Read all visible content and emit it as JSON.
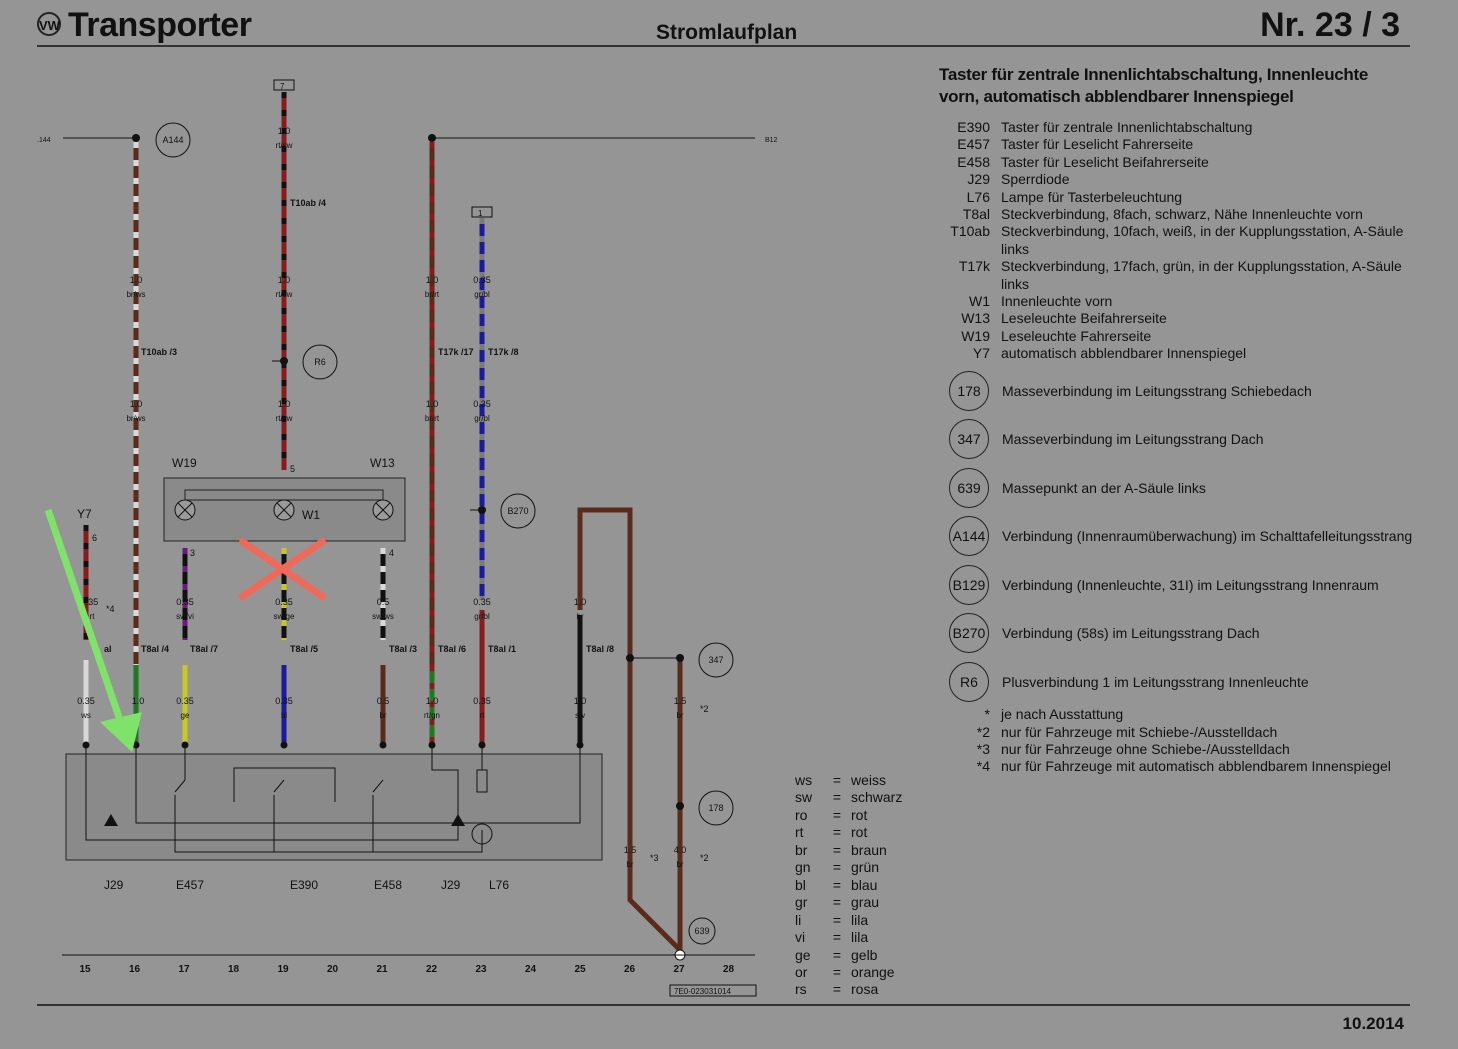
{
  "header": {
    "title": "Transporter",
    "logo": "VW",
    "subtitle": "Stromlaufplan",
    "page_number": "Nr.  23 /  3",
    "date": "10.2014"
  },
  "legend_title": "Taster für zentrale Innenlichtabschaltung, Innenleuchte vorn, automatisch abblendbarer Innenspiegel",
  "components": [
    {
      "code": "E390",
      "text": "Taster für zentrale Innenlichtabschaltung"
    },
    {
      "code": "E457",
      "text": "Taster für Leselicht Fahrerseite"
    },
    {
      "code": "E458",
      "text": "Taster für Leselicht Beifahrerseite"
    },
    {
      "code": "J29",
      "text": "Sperrdiode"
    },
    {
      "code": "L76",
      "text": "Lampe für Tasterbeleuchtung"
    },
    {
      "code": "T8al",
      "text": "Steckverbindung, 8fach, schwarz, Nähe Innenleuchte vorn"
    },
    {
      "code": "T10ab",
      "text": "Steckverbindung, 10fach, weiß, in der Kupplungsstation, A-Säule links"
    },
    {
      "code": "T17k",
      "text": "Steckverbindung, 17fach, grün, in der Kupplungsstation, A-Säule links"
    },
    {
      "code": "W1",
      "text": "Innenleuchte vorn"
    },
    {
      "code": "W13",
      "text": "Leseleuchte Beifahrerseite"
    },
    {
      "code": "W19",
      "text": "Leseleuchte Fahrerseite"
    },
    {
      "code": "Y7",
      "text": "automatisch abblendbarer Innenspiegel"
    }
  ],
  "connections": [
    {
      "code": "178",
      "text": "Masseverbindung im Leitungsstrang Schiebedach"
    },
    {
      "code": "347",
      "text": "Masseverbindung im Leitungsstrang Dach"
    },
    {
      "code": "639",
      "text": "Massepunkt an der A-Säule links"
    },
    {
      "code": "A144",
      "text": "Verbindung (Innenraumüberwachung) im Schalttafelleitungsstrang"
    },
    {
      "code": "B129",
      "text": "Verbindung (Innenleuchte, 31I) im Leitungsstrang Innenraum"
    },
    {
      "code": "B270",
      "text": "Verbindung (58s) im Leitungsstrang Dach"
    },
    {
      "code": "R6",
      "text": "Plusverbindung 1 im Leitungsstrang Innenleuchte"
    }
  ],
  "notes": [
    {
      "code": "*",
      "text": "je nach Ausstattung"
    },
    {
      "code": "*2",
      "text": "nur für Fahrzeuge mit Schiebe-/Ausstelldach"
    },
    {
      "code": "*3",
      "text": "nur für Fahrzeuge ohne Schiebe-/Ausstelldach"
    },
    {
      "code": "*4",
      "text": "nur für Fahrzeuge mit automatisch abblendbarem Innenspiegel"
    }
  ],
  "color_key": [
    {
      "abbr": "ws",
      "name": "weiss"
    },
    {
      "abbr": "sw",
      "name": "schwarz"
    },
    {
      "abbr": "ro",
      "name": "rot"
    },
    {
      "abbr": "rt",
      "name": "rot"
    },
    {
      "abbr": "br",
      "name": "braun"
    },
    {
      "abbr": "gn",
      "name": "grün"
    },
    {
      "abbr": "bl",
      "name": "blau"
    },
    {
      "abbr": "gr",
      "name": "grau"
    },
    {
      "abbr": "li",
      "name": "lila"
    },
    {
      "abbr": "vi",
      "name": "lila"
    },
    {
      "abbr": "ge",
      "name": "gelb"
    },
    {
      "abbr": "or",
      "name": "orange"
    },
    {
      "abbr": "rs",
      "name": "rosa"
    }
  ],
  "diagram": {
    "ref_left": ".144",
    "ref_right": "B12",
    "drawing_id": "7E0-023031014",
    "track_numbers": [
      "15",
      "16",
      "17",
      "18",
      "19",
      "20",
      "21",
      "22",
      "23",
      "24",
      "25",
      "26",
      "27",
      "28"
    ],
    "terminal_boxes": [
      "7",
      "1"
    ],
    "circles": [
      "A144",
      "R6",
      "B270",
      "347",
      "178",
      "639"
    ],
    "component_labels": [
      "Y7",
      "W19",
      "W13",
      "W1",
      "J29",
      "E457",
      "E390",
      "E458",
      "J29",
      "L76"
    ],
    "wire_labels": [
      {
        "size": "1.0",
        "color": "rt/sw"
      },
      {
        "size": "1.0",
        "color": "br/ws"
      },
      {
        "size": "1.0",
        "color": "rt/sw"
      },
      {
        "size": "1.0",
        "color": "br/rt"
      },
      {
        "size": "0.35",
        "color": "gr/bl"
      },
      {
        "size": "1.0",
        "color": "br/ws"
      },
      {
        "size": "1.0",
        "color": "rt/sw"
      },
      {
        "size": "1.0",
        "color": "br/rt"
      },
      {
        "size": "0.35",
        "color": "gr/bl"
      },
      {
        "size": "0.35",
        "color": "sw/vi"
      },
      {
        "size": "0.35",
        "color": "sw/ge"
      },
      {
        "size": "0.5",
        "color": "sw/ws"
      },
      {
        "size": "0.35",
        "color": "gr/bl"
      },
      {
        "size": "1.0",
        "color": "br"
      },
      {
        "size": "0.35",
        "color": "ws"
      },
      {
        "size": "0.35",
        "color": "ge"
      },
      {
        "size": "0.35",
        "color": "bl"
      },
      {
        "size": "0.5",
        "color": "br"
      },
      {
        "size": "1.0",
        "color": "rt/gn"
      },
      {
        "size": "0.35",
        "color": "rt"
      },
      {
        "size": "1.0",
        "color": "sw"
      },
      {
        "size": "1.5",
        "color": "br"
      },
      {
        "size": "4.0",
        "color": "br"
      },
      {
        "size": "1.5",
        "color": "br"
      },
      {
        "size": ".35",
        "color": "rt"
      },
      {
        "size": "1.0",
        "color": "n"
      }
    ],
    "connector_labels": [
      "T10ab\n/4",
      "T10ab\n/3",
      "T17k\n/17",
      "T17k\n/8",
      "T8al\n/4",
      "T8al\n/7",
      "T8al\n/5",
      "T8al\n/3",
      "T8al\n/6",
      "T8al\n/1",
      "T8al\n/8",
      "al"
    ],
    "pin_labels": [
      "5",
      "3",
      "4",
      "6"
    ],
    "footnote_marks": [
      "*4",
      "*2",
      "*3",
      "*2"
    ]
  },
  "overlays": {
    "arrow_color": "#7fe36a",
    "cross_color": "#f06a5a"
  },
  "wire_colors": {
    "rt": "#8b1a1a",
    "br": "#5a2a1a",
    "ws": "#d8d8d8",
    "sw": "#111111",
    "gn": "#1f7a1f",
    "bl": "#1a1aa0",
    "gr": "#7a7a7a",
    "vi": "#6a1a7a",
    "ge": "#c8c820"
  }
}
